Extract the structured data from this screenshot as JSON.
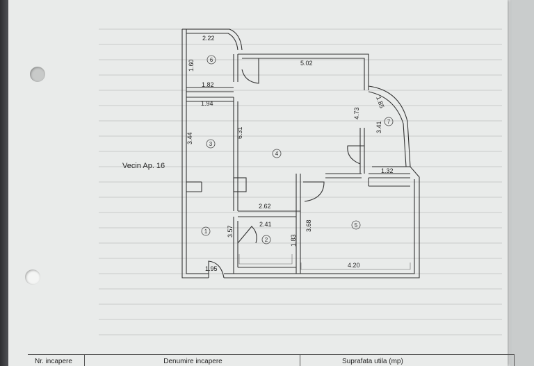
{
  "neighbor_label": "Vecin Ap. 16",
  "rooms": [
    {
      "id": "room-1",
      "number": "1"
    },
    {
      "id": "room-2",
      "number": "2"
    },
    {
      "id": "room-3",
      "number": "3"
    },
    {
      "id": "room-4",
      "number": "4"
    },
    {
      "id": "room-5",
      "number": "5"
    },
    {
      "id": "room-6",
      "number": "6"
    },
    {
      "id": "room-7",
      "number": "7"
    }
  ],
  "dimensions": {
    "d_222": "2.22",
    "d_160": "1.60",
    "d_182": "1.82",
    "d_502": "5.02",
    "d_194": "1.94",
    "d_344": "3.44",
    "d_631": "6.31",
    "d_473": "4.73",
    "d_185": "1.85",
    "d_341": "3.41",
    "d_132": "1.32",
    "d_262": "2.62",
    "d_357": "3.57",
    "d_241": "2.41",
    "d_183": "1.83",
    "d_368": "3.68",
    "d_195": "1.95",
    "d_420": "4.20"
  },
  "table": {
    "col1": "Nr. incapere",
    "col2": "Denumire incapere",
    "col3": "Suprafata utila (mp)"
  }
}
